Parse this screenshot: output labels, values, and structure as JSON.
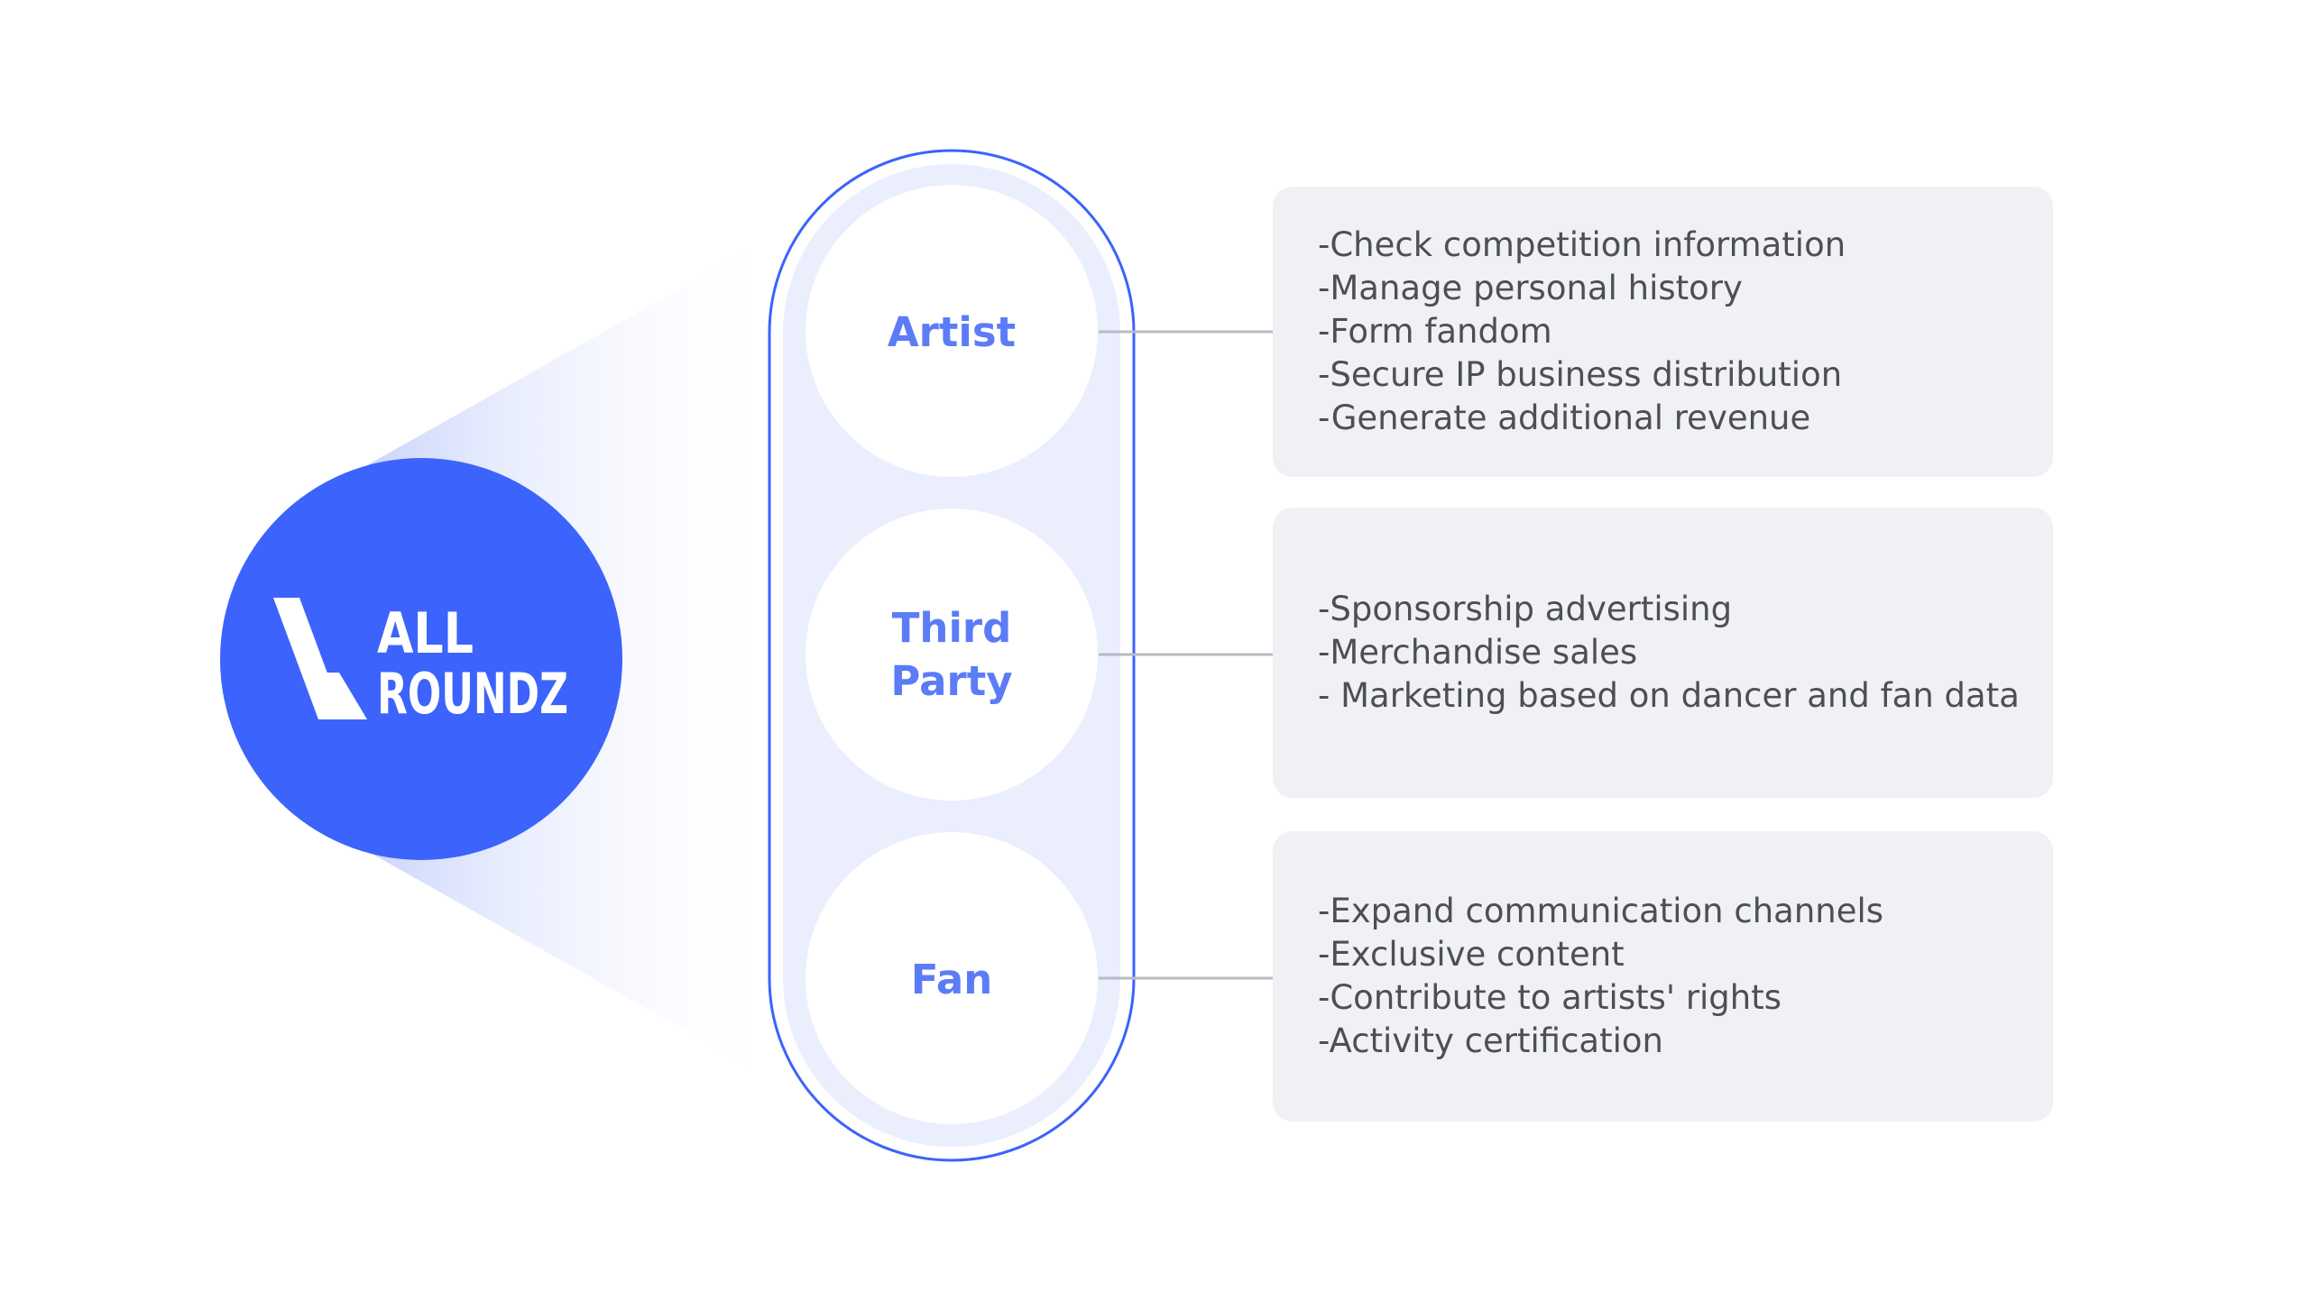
{
  "logo": {
    "line1": "ALL",
    "line2": "ROUNDZ",
    "brand_color": "#3c63fb"
  },
  "nodes": [
    {
      "id": "artist",
      "label_lines": [
        "Artist"
      ]
    },
    {
      "id": "third-party",
      "label_lines": [
        "Third",
        "Party"
      ]
    },
    {
      "id": "fan",
      "label_lines": [
        "Fan"
      ]
    }
  ],
  "cards": [
    {
      "id": "artist",
      "items": [
        "-Check competition information",
        "-Manage personal history",
        "-Form fandom",
        "-Secure IP business distribution",
        "-Generate additional revenue"
      ]
    },
    {
      "id": "third-party",
      "items": [
        "-Sponsorship advertising",
        "-Merchandise sales",
        "- Marketing based on dancer and fan data"
      ]
    },
    {
      "id": "fan",
      "items": [
        "-Expand communication channels",
        "-Exclusive content",
        "-Contribute to artists' rights",
        "-Activity certification"
      ]
    }
  ],
  "colors": {
    "accent": "#5b7cf6",
    "capsule_border": "#3c63fb",
    "capsule_fill": "#eaeefd",
    "card_bg": "#f0f1f4",
    "connector": "#b8bbc2",
    "text": "#4d4f55"
  }
}
